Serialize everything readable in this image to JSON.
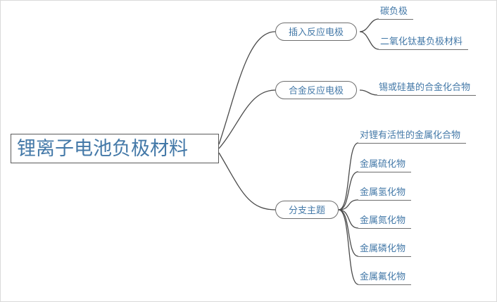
{
  "diagram": {
    "type": "mindmap",
    "root": {
      "label": "锂离子电池负极材料"
    },
    "branches": [
      {
        "label": "插入反应电极",
        "children": [
          {
            "label": "碳负极"
          },
          {
            "label": "二氧化钛基负极材料"
          }
        ]
      },
      {
        "label": "合金反应电极",
        "children": [
          {
            "label": "锡或硅基的合金化合物"
          }
        ]
      },
      {
        "label": "分支主题",
        "children": [
          {
            "label": "对锂有活性的金属化合物"
          },
          {
            "label": "金属硫化物"
          },
          {
            "label": "金属氢化物"
          },
          {
            "label": "金属氮化物"
          },
          {
            "label": "金属磷化物"
          },
          {
            "label": "金属氟化物"
          }
        ]
      }
    ],
    "colors": {
      "node_text": "#4479a8",
      "connector": "#4a4a4a",
      "node_border": "#6e6e6e",
      "background": "#ffffff"
    }
  }
}
